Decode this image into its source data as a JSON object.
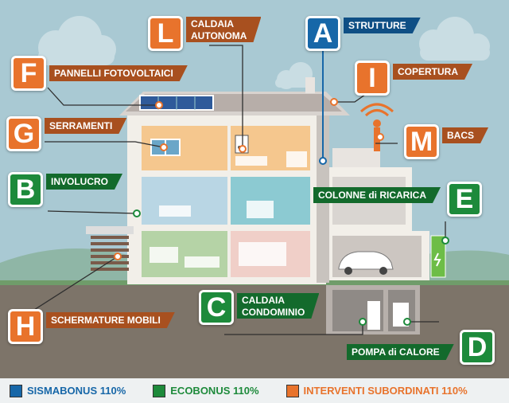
{
  "labels": {
    "A": {
      "letter": "A",
      "text": "STRUTTURE"
    },
    "L": {
      "letter": "L",
      "line1": "CALDAIA",
      "line2": "AUTONOMA"
    },
    "F": {
      "letter": "F",
      "text": "PANNELLI FOTOVOLTAICI"
    },
    "I": {
      "letter": "I",
      "text": "COPERTURA"
    },
    "G": {
      "letter": "G",
      "text": "SERRAMENTI"
    },
    "M": {
      "letter": "M",
      "text": "BACS"
    },
    "B": {
      "letter": "B",
      "text": "INVOLUCRO"
    },
    "E": {
      "letter": "E",
      "text": "COLONNE di RICARICA"
    },
    "C": {
      "letter": "C",
      "line1": "CALDAIA",
      "line2": "CONDOMINIO"
    },
    "H": {
      "letter": "H",
      "text": "SCHERMATURE MOBILI"
    },
    "D": {
      "letter": "D",
      "text": "POMPA di CALORE"
    }
  },
  "legend": [
    {
      "text": "SISMABONUS 110%",
      "color": "#1767a8"
    },
    {
      "text": "ECOBONUS 110%",
      "color": "#1d8a3b"
    },
    {
      "text": "INTERVENTI SUBORDINATI 110%",
      "color": "#e8732c"
    }
  ],
  "colors": {
    "sky": "#a9c9d3",
    "ground": "#7d7469",
    "orange": "#e8732c",
    "green": "#1d8a3b",
    "blue": "#1767a8"
  }
}
